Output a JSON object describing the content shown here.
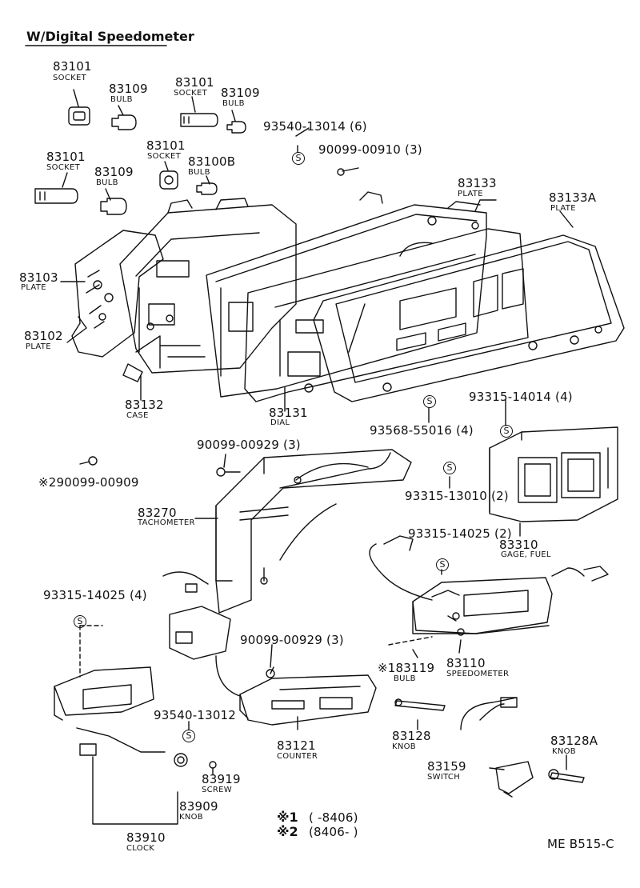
{
  "title": "W/Digital Speedometer",
  "parts": {
    "socket_a": {
      "num": "83101",
      "name": "SOCKET"
    },
    "bulb_a": {
      "num": "83109",
      "name": "BULB"
    },
    "socket_b": {
      "num": "83101",
      "name": "SOCKET"
    },
    "bulb_b": {
      "num": "83109",
      "name": "BULB"
    },
    "screw_93540_13014": {
      "num": "93540-13014 (6)"
    },
    "socket_c": {
      "num": "83101",
      "name": "SOCKET"
    },
    "bulb_c": {
      "num": "83109",
      "name": "BULB"
    },
    "socket_d": {
      "num": "83101",
      "name": "SOCKET"
    },
    "bulb_83100b": {
      "num": "83100B",
      "name": "BULB"
    },
    "screw_90099_00910": {
      "num": "90099-00910 (3)"
    },
    "plate_83133": {
      "num": "83133",
      "name": "PLATE"
    },
    "plate_83133a": {
      "num": "83133A",
      "name": "PLATE"
    },
    "plate_83103": {
      "num": "83103",
      "name": "PLATE"
    },
    "plate_83102": {
      "num": "83102",
      "name": "PLATE"
    },
    "case_83132": {
      "num": "83132",
      "name": "CASE"
    },
    "dial_83131": {
      "num": "83131",
      "name": "DIAL"
    },
    "screw_93568_55016": {
      "num": "93568-55016 (4)"
    },
    "screw_93315_14014": {
      "num": "93315-14014 (4)"
    },
    "screw_90099_00929_a": {
      "num": "90099-00929 (3)"
    },
    "screw_90099_00909": {
      "num": "※290099-00909"
    },
    "screw_93315_13010": {
      "num": "93315-13010 (2)"
    },
    "tach_83270": {
      "num": "83270",
      "name": "TACHOMETER"
    },
    "fuel_83310": {
      "num": "83310",
      "name": "GAGE, FUEL"
    },
    "screw_93315_14025_a": {
      "num": "93315-14025 (2)"
    },
    "screw_93315_14025_b": {
      "num": "93315-14025 (4)"
    },
    "screw_90099_00929_b": {
      "num": "90099-00929 (3)"
    },
    "speedo_83110": {
      "num": "83110",
      "name": "SPEEDOMETER"
    },
    "bulb_83119": {
      "num": "※183119",
      "name": "BULB"
    },
    "screw_93540_13012": {
      "num": "93540-13012"
    },
    "counter_83121": {
      "num": "83121",
      "name": "COUNTER"
    },
    "knob_83128": {
      "num": "83128",
      "name": "KNOB"
    },
    "knob_83128a": {
      "num": "83128A",
      "name": "KNOB"
    },
    "switch_83159": {
      "num": "83159",
      "name": "SWITCH"
    },
    "screw_83919": {
      "num": "83919",
      "name": "SCREW"
    },
    "knob_83909": {
      "num": "83909",
      "name": "KNOB"
    },
    "clock_83910": {
      "num": "83910",
      "name": "CLOCK"
    }
  },
  "notes": {
    "n1_mark": "※1",
    "n1_text": "(          -8406)",
    "n2_mark": "※2",
    "n2_text": "(8406-          )"
  },
  "s_symbol": "S",
  "ref_code": "ME B515-C"
}
